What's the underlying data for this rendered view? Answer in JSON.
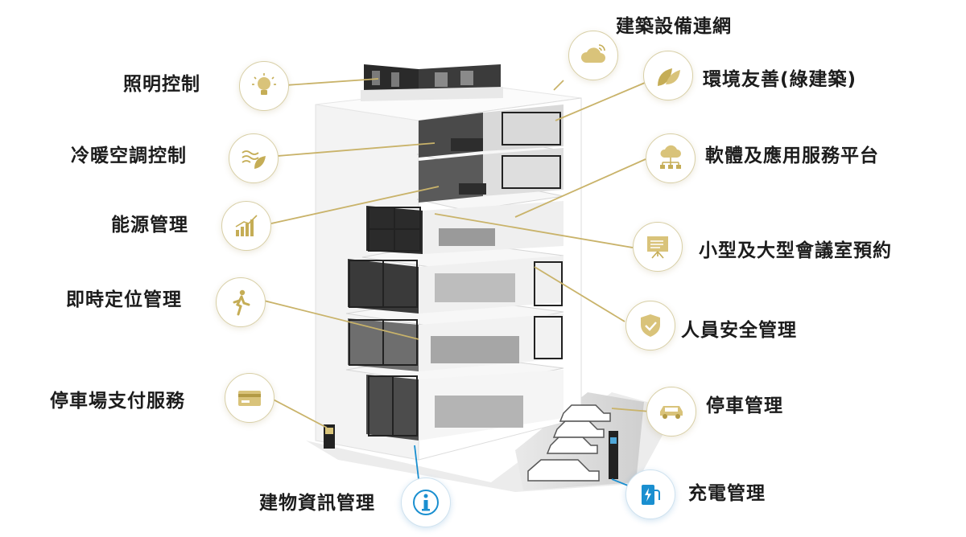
{
  "labels": {
    "lighting": "照明控制",
    "hvac": "冷暖空調控制",
    "energy": "能源管理",
    "positioning": "即時定位管理",
    "parking_pay": "停車場支付服務",
    "building_info": "建物資訊管理",
    "equipment_network": "建築設備連網",
    "green": "環境友善(綠建築)",
    "software": "軟體及應用服務平台",
    "meeting": "小型及大型會議室預約",
    "safety": "人員安全管理",
    "parking_mgmt": "停車管理",
    "charging": "充電管理"
  },
  "icons": {
    "lighting": "lightbulb-icon",
    "hvac": "air-leaf-icon",
    "energy": "bar-chart-icon",
    "positioning": "walking-person-icon",
    "parking_pay": "credit-card-icon",
    "building_info": "info-icon",
    "equipment_network": "cloud-icon",
    "green": "leaf-icon",
    "software": "cloud-network-icon",
    "meeting": "presentation-board-icon",
    "safety": "shield-check-icon",
    "parking_mgmt": "car-icon",
    "charging": "ev-charger-icon"
  },
  "colors": {
    "accent_gold": "#c5ad56",
    "accent_blue": "#1a8fd0",
    "text": "#1c1c1c"
  }
}
